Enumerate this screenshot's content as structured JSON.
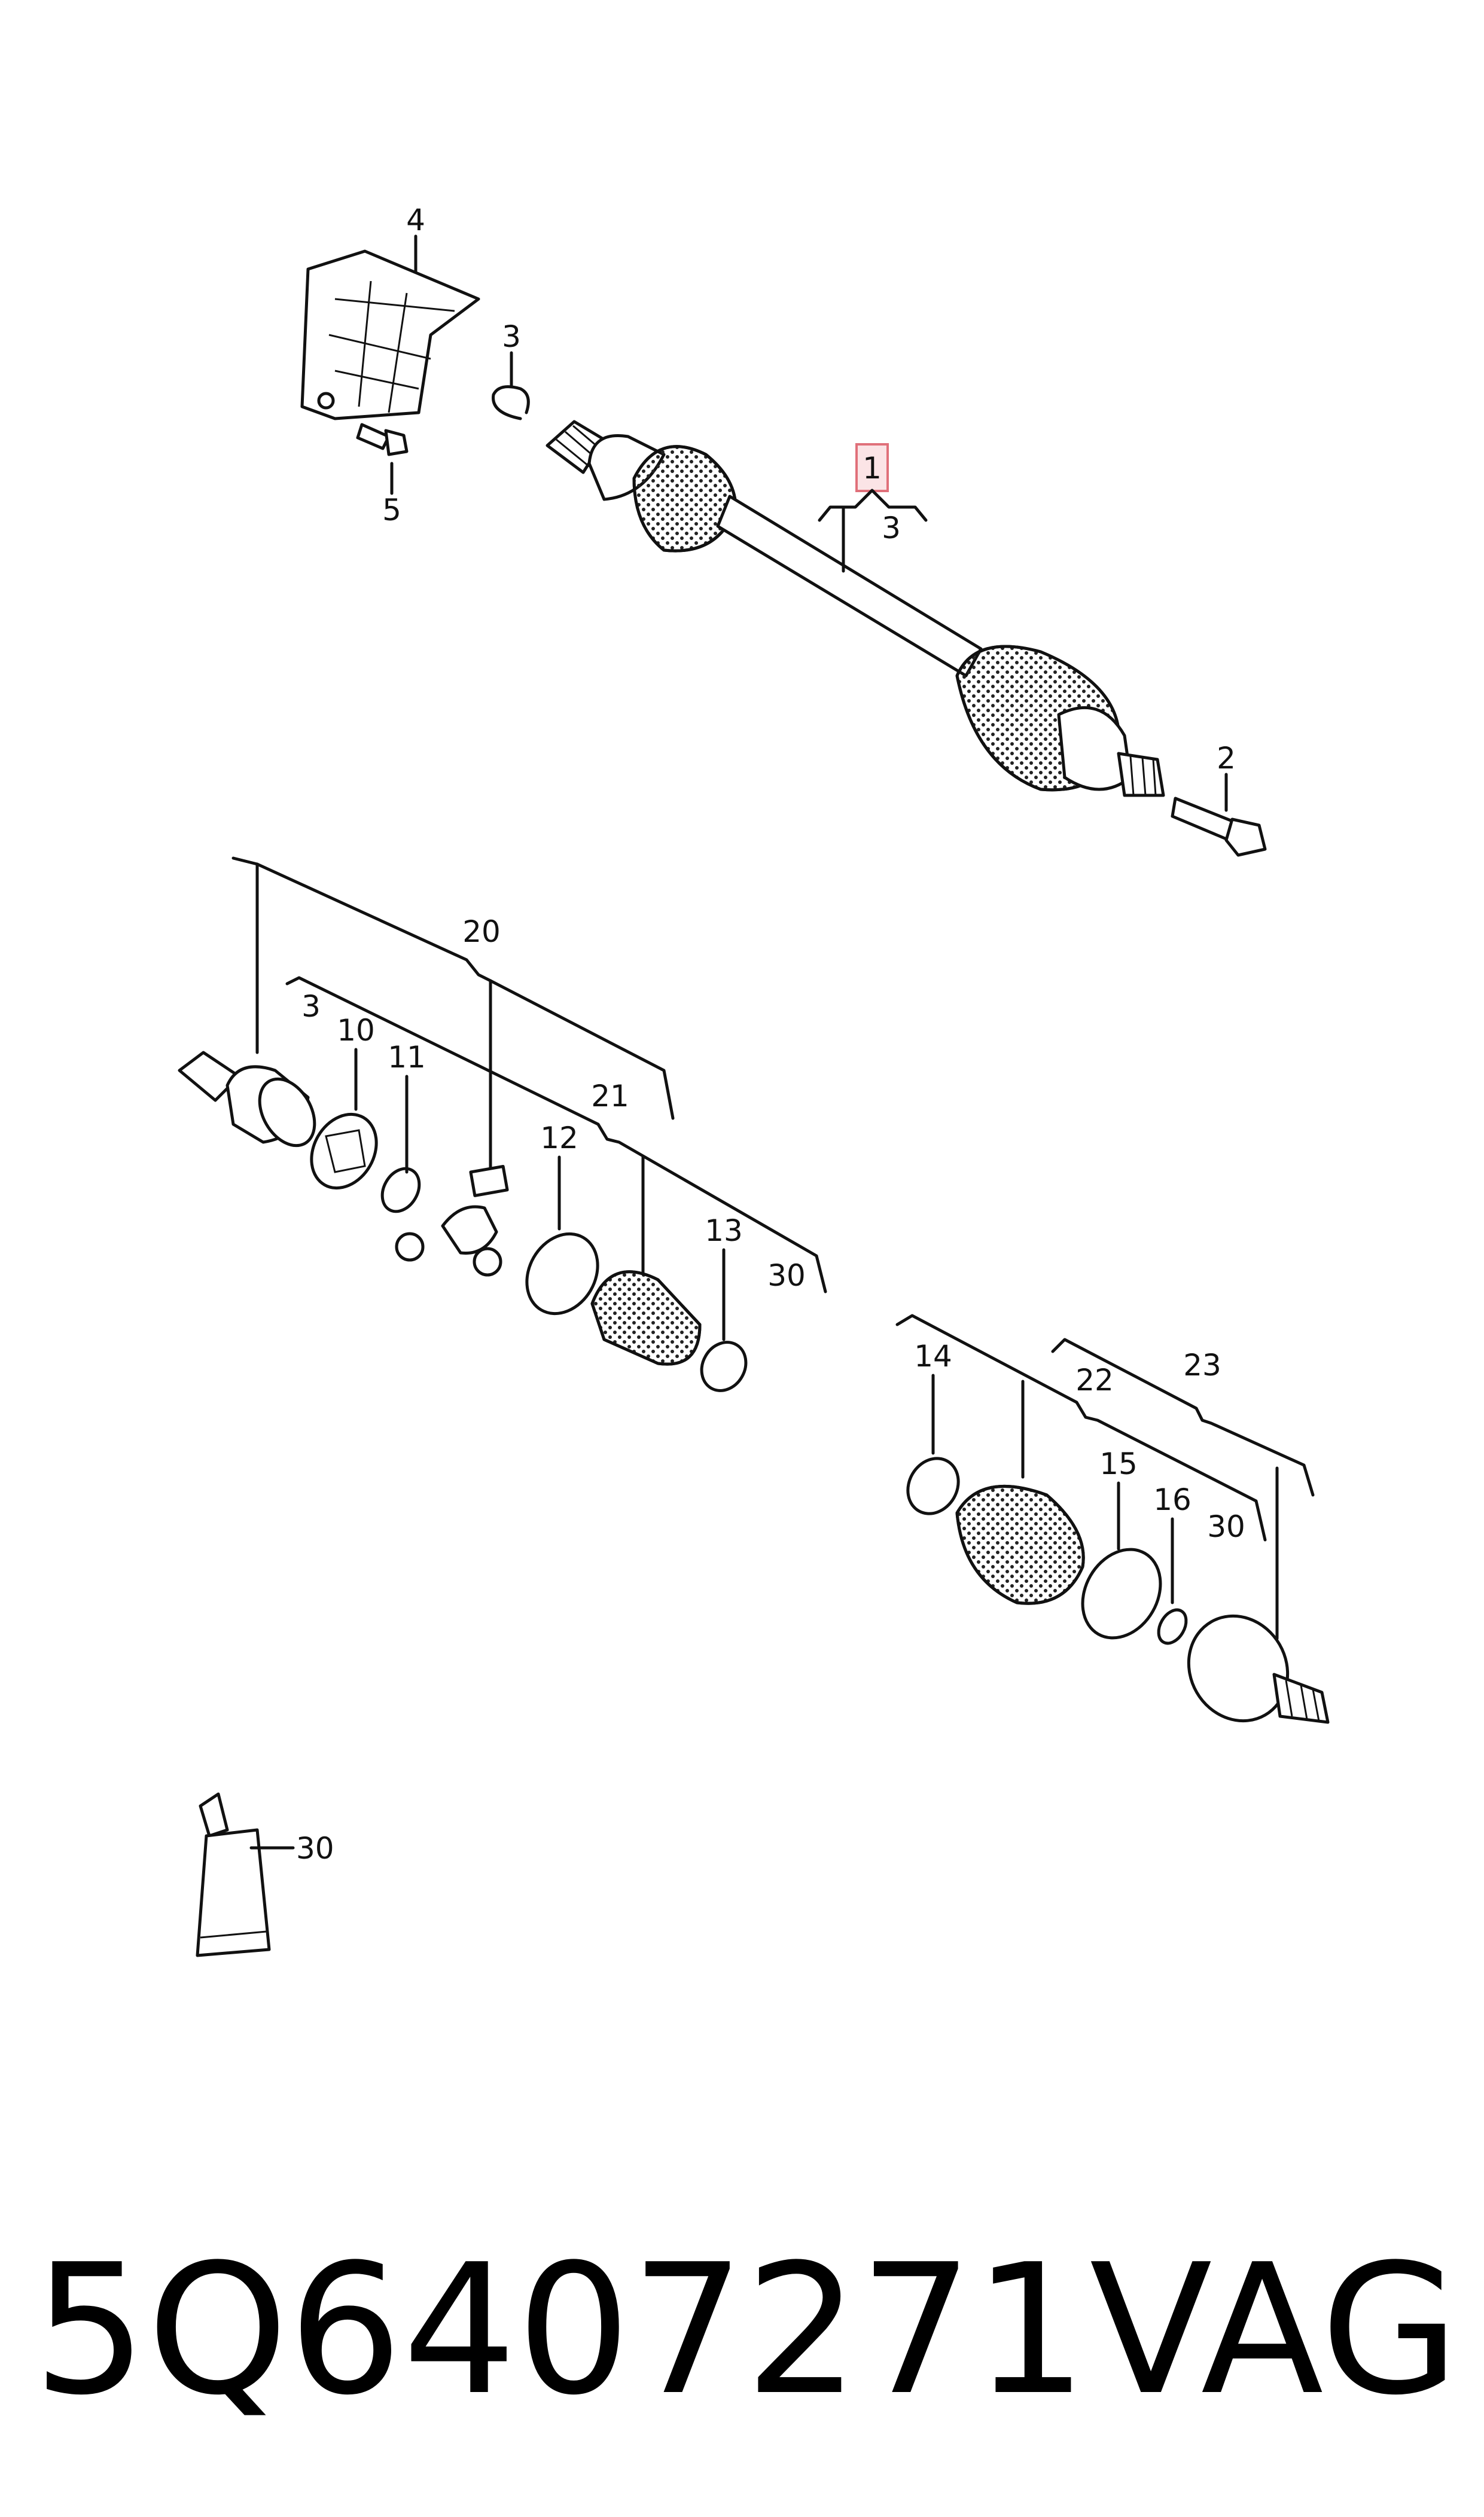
{
  "callouts": {
    "c1": "1",
    "c1_sub": "3",
    "c2": "2",
    "c3": "3",
    "c4": "4",
    "c5": "5",
    "c20": "20",
    "c20_sub3": "3",
    "c10": "10",
    "c11": "11",
    "c21": "21",
    "c12": "12",
    "c13": "13",
    "c21_sub30": "30",
    "c14": "14",
    "c22": "22",
    "c15": "15",
    "c16": "16",
    "c22_sub30": "30",
    "c23": "23",
    "c30": "30"
  },
  "footer": {
    "part_number": "5Q6407271",
    "brand": "VAG"
  },
  "colors": {
    "line": "#111111",
    "highlight_fill": "#fbe4e6",
    "highlight_stroke": "#e0707a"
  }
}
